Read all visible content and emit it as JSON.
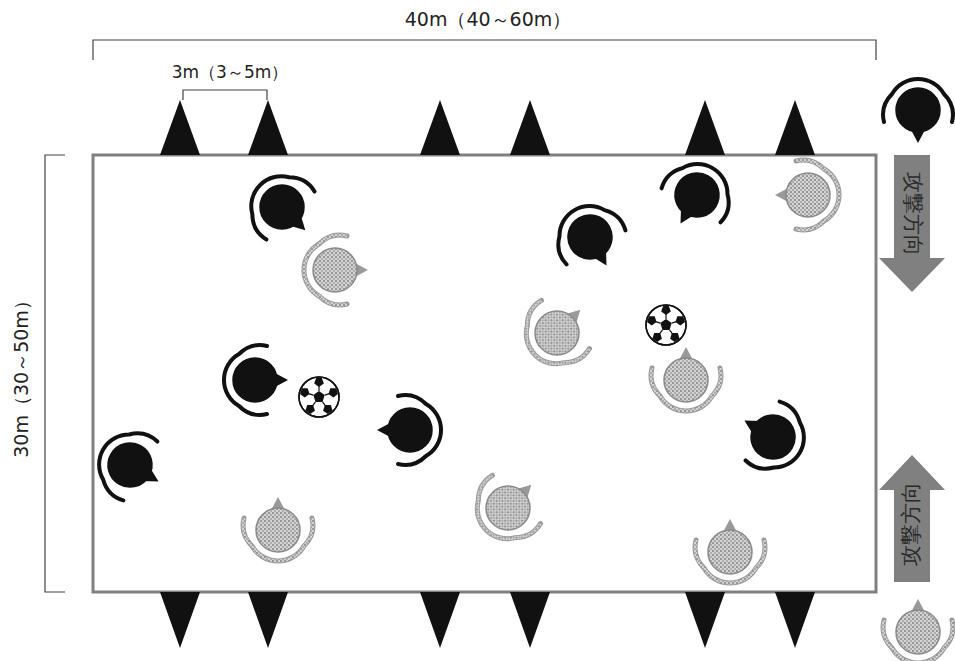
{
  "diagram": {
    "labels": [
      "40m（40～60m）",
      "3m（3～5m）",
      "30m（30～50m）",
      "攻撃方向",
      "攻撃方向"
    ]
  }
}
